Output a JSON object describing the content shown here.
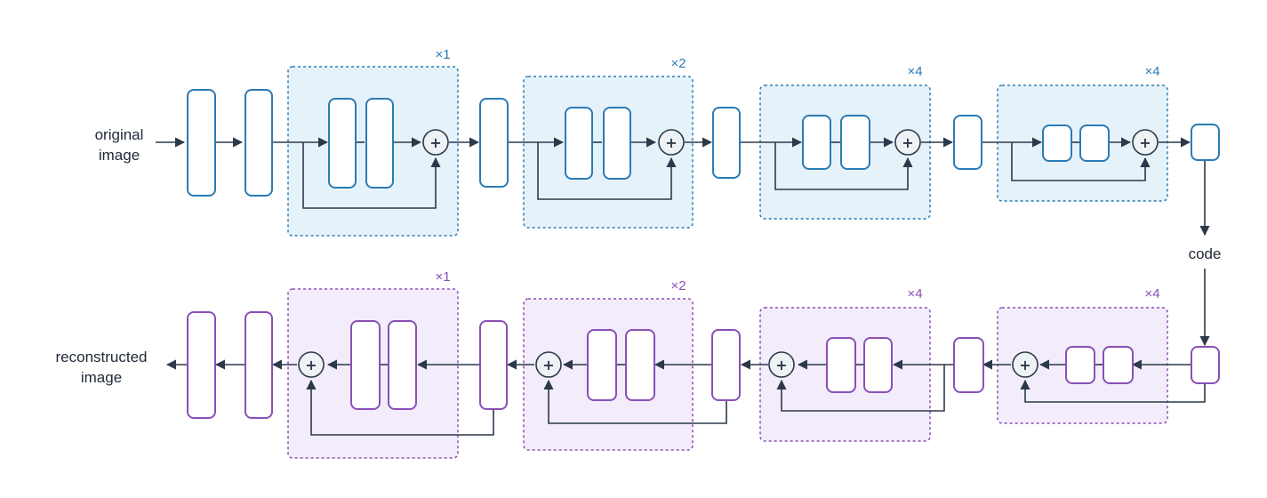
{
  "labels": {
    "input": [
      "original",
      "image"
    ],
    "output": [
      "reconstructed",
      "image"
    ],
    "code": "code"
  },
  "encoder": {
    "color": "#2a7bb5",
    "fill": "#e6f2fa",
    "groups": [
      {
        "multiplier": "×1"
      },
      {
        "multiplier": "×2"
      },
      {
        "multiplier": "×4"
      },
      {
        "multiplier": "×4"
      }
    ]
  },
  "decoder": {
    "color": "#8a4fb8",
    "fill": "#f3ecfa",
    "groups": [
      {
        "multiplier": "×1"
      },
      {
        "multiplier": "×2"
      },
      {
        "multiplier": "×4"
      },
      {
        "multiplier": "×4"
      }
    ]
  },
  "colors": {
    "arrow": "#2b3a4a",
    "adder_fill": "#eef2f5"
  },
  "icons": {
    "adder": "circled-plus"
  }
}
